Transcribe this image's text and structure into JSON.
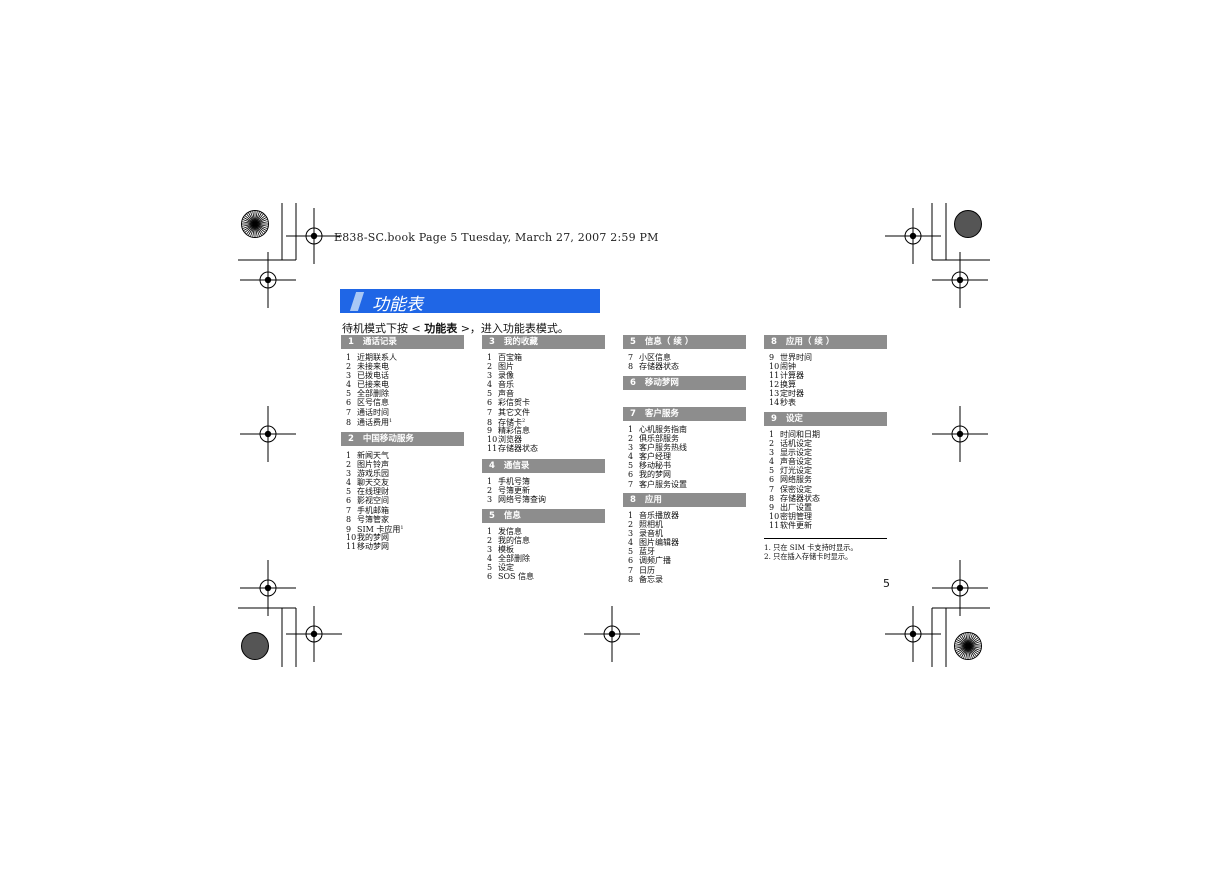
{
  "header": {
    "text": "E838-SC.book  Page 5  Tuesday, March 27, 2007  2:59 PM"
  },
  "title": "功能表",
  "intro": {
    "before": "待机模式下按 < ",
    "bold": "功能表",
    "after": " >，进入功能表模式。"
  },
  "sections": [
    {
      "num": "1",
      "name": "通话记录",
      "items": [
        {
          "n": "1",
          "t": "近期联系人"
        },
        {
          "n": "2",
          "t": "未接来电"
        },
        {
          "n": "3",
          "t": "已拨电话"
        },
        {
          "n": "4",
          "t": "已接来电"
        },
        {
          "n": "5",
          "t": "全部删除"
        },
        {
          "n": "6",
          "t": "区号信息"
        },
        {
          "n": "7",
          "t": "通话时间"
        },
        {
          "n": "8",
          "t": "通话费用",
          "sup": "1"
        }
      ]
    },
    {
      "num": "2",
      "name": "中国移动服务",
      "items": [
        {
          "n": "1",
          "t": "新闻天气"
        },
        {
          "n": "2",
          "t": "图片铃声"
        },
        {
          "n": "3",
          "t": "游戏乐园"
        },
        {
          "n": "4",
          "t": "聊天交友"
        },
        {
          "n": "5",
          "t": "在线理财"
        },
        {
          "n": "6",
          "t": "影视空间"
        },
        {
          "n": "7",
          "t": "手机邮箱"
        },
        {
          "n": "8",
          "t": "号簿管家"
        },
        {
          "n": "9",
          "t": "SIM 卡应用",
          "sup": "1"
        },
        {
          "n": "10",
          "t": "我的梦网"
        },
        {
          "n": "11",
          "t": "移动梦网"
        }
      ]
    },
    {
      "num": "3",
      "name": "我的收藏",
      "items": [
        {
          "n": "1",
          "t": "百宝箱"
        },
        {
          "n": "2",
          "t": "图片"
        },
        {
          "n": "3",
          "t": "录像"
        },
        {
          "n": "4",
          "t": "音乐"
        },
        {
          "n": "5",
          "t": "声音"
        },
        {
          "n": "6",
          "t": "彩信贺卡"
        },
        {
          "n": "7",
          "t": "其它文件"
        },
        {
          "n": "8",
          "t": "存储卡",
          "sup": "2"
        },
        {
          "n": "9",
          "t": "精彩信息"
        },
        {
          "n": "10",
          "t": "浏览器"
        },
        {
          "n": "11",
          "t": "存储器状态"
        }
      ]
    },
    {
      "num": "4",
      "name": "通信录",
      "items": [
        {
          "n": "1",
          "t": "手机号簿"
        },
        {
          "n": "2",
          "t": "号簿更新"
        },
        {
          "n": "3",
          "t": "网络号簿查询"
        }
      ]
    },
    {
      "num": "5",
      "name": "信息",
      "items": [
        {
          "n": "1",
          "t": "发信息"
        },
        {
          "n": "2",
          "t": "我的信息"
        },
        {
          "n": "3",
          "t": "模板"
        },
        {
          "n": "4",
          "t": "全部删除"
        },
        {
          "n": "5",
          "t": "设定"
        },
        {
          "n": "6",
          "t": "SOS 信息"
        }
      ]
    },
    {
      "num": "5",
      "name": "信息（ 续 ）",
      "items": [
        {
          "n": "7",
          "t": "小区信息"
        },
        {
          "n": "8",
          "t": "存储器状态"
        }
      ]
    },
    {
      "num": "6",
      "name": "移动梦网",
      "items": []
    },
    {
      "num": "7",
      "name": "客户服务",
      "items": [
        {
          "n": "1",
          "t": "心机服务指南"
        },
        {
          "n": "2",
          "t": "俱乐部服务"
        },
        {
          "n": "3",
          "t": "客户服务热线"
        },
        {
          "n": "4",
          "t": "客户经理"
        },
        {
          "n": "5",
          "t": "移动秘书"
        },
        {
          "n": "6",
          "t": "我的梦网"
        },
        {
          "n": "7",
          "t": "客户服务设置"
        }
      ]
    },
    {
      "num": "8",
      "name": "应用",
      "items": [
        {
          "n": "1",
          "t": "音乐播放器"
        },
        {
          "n": "2",
          "t": "照相机"
        },
        {
          "n": "3",
          "t": "录音机"
        },
        {
          "n": "4",
          "t": "图片编辑器"
        },
        {
          "n": "5",
          "t": "蓝牙"
        },
        {
          "n": "6",
          "t": "调频广播"
        },
        {
          "n": "7",
          "t": "日历"
        },
        {
          "n": "8",
          "t": "备忘录"
        }
      ]
    },
    {
      "num": "8",
      "name": "应用（ 续 ）",
      "items": [
        {
          "n": "9",
          "t": "世界时间"
        },
        {
          "n": "10",
          "t": "闹钟"
        },
        {
          "n": "11",
          "t": "计算器"
        },
        {
          "n": "12",
          "t": "换算"
        },
        {
          "n": "13",
          "t": "定时器"
        },
        {
          "n": "14",
          "t": "秒表"
        }
      ]
    },
    {
      "num": "9",
      "name": "设定",
      "items": [
        {
          "n": "1",
          "t": "时间和日期"
        },
        {
          "n": "2",
          "t": "话机设定"
        },
        {
          "n": "3",
          "t": "显示设定"
        },
        {
          "n": "4",
          "t": "声音设定"
        },
        {
          "n": "5",
          "t": "灯光设定"
        },
        {
          "n": "6",
          "t": "网络服务"
        },
        {
          "n": "7",
          "t": "保密设定"
        },
        {
          "n": "8",
          "t": "存储器状态"
        },
        {
          "n": "9",
          "t": "出厂设置"
        },
        {
          "n": "10",
          "t": "密钥管理"
        },
        {
          "n": "11",
          "t": "软件更新"
        }
      ]
    }
  ],
  "footnotes": [
    "1.  只在 SIM 卡支持时显示。",
    "2.  只在插入存储卡时显示。"
  ],
  "page_number": "5"
}
